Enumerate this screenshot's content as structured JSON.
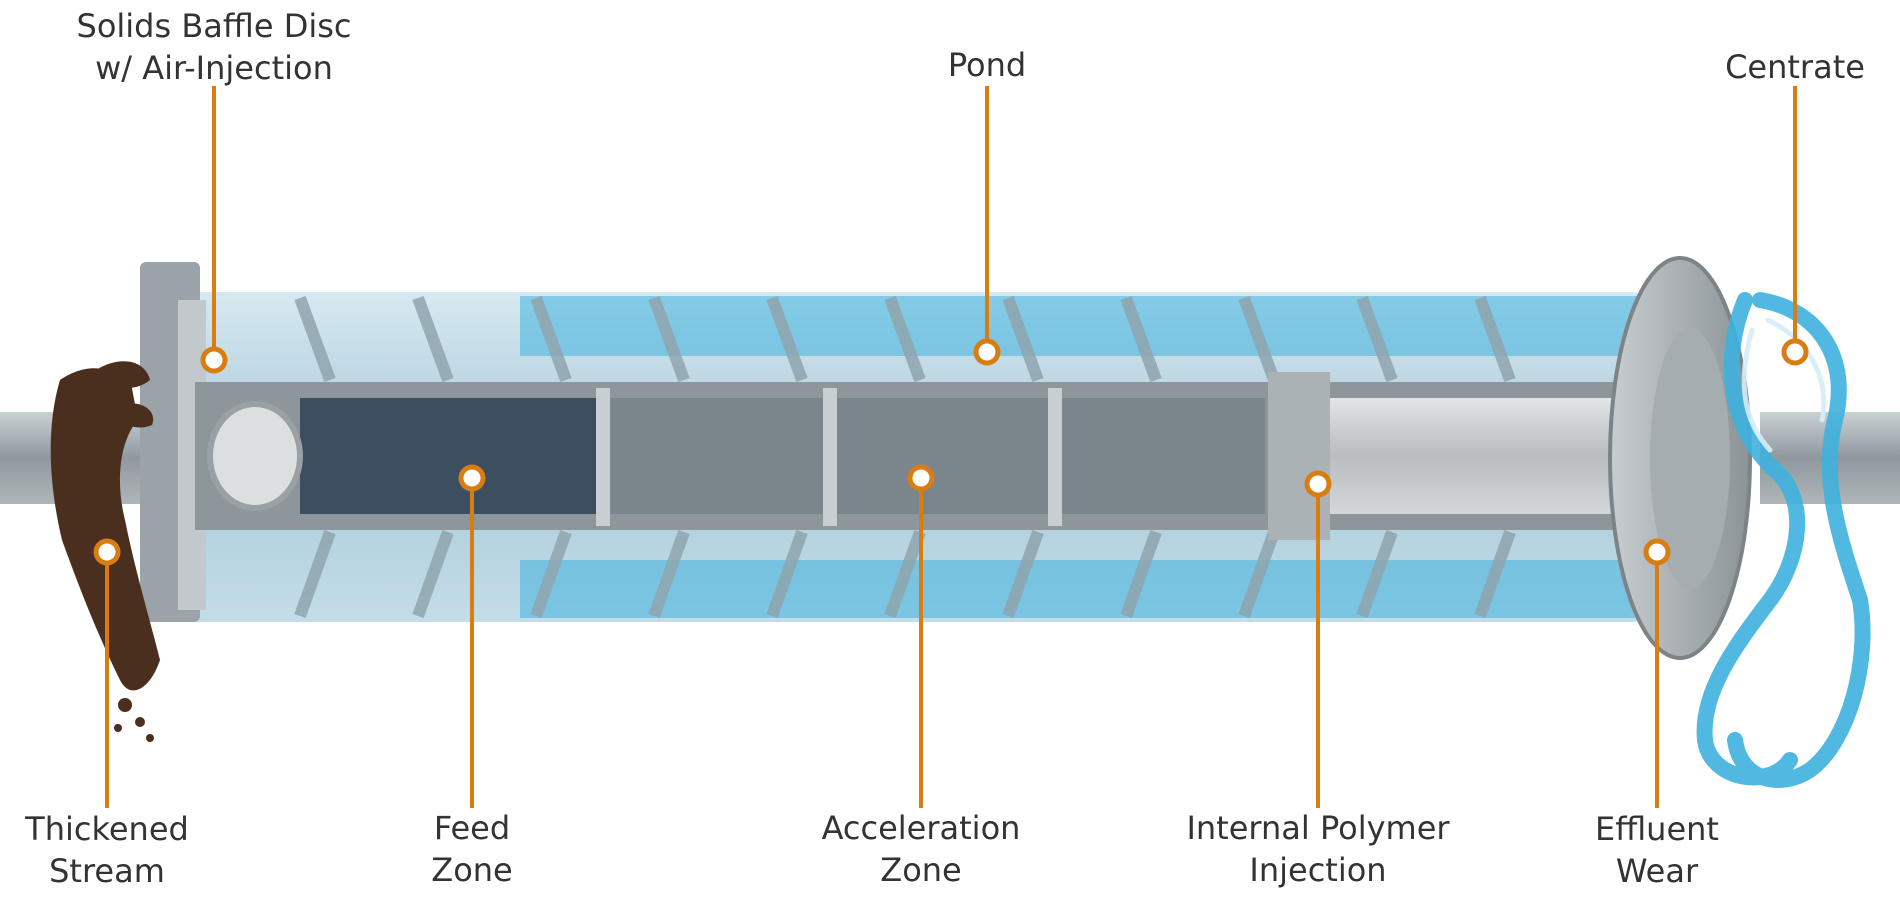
{
  "colors": {
    "accent": "#D97C12",
    "label_text": "#333333",
    "water": "#3FB2DE",
    "sludge": "#4A2F1E",
    "steel": "#B9C2C7"
  },
  "callouts": [
    {
      "id": "solids-baffle-disc",
      "lines": [
        "Solids Baffle Disc",
        "w/ Air-Injection"
      ]
    },
    {
      "id": "pond",
      "lines": [
        "Pond"
      ]
    },
    {
      "id": "centrate",
      "lines": [
        "Centrate"
      ]
    },
    {
      "id": "thickened-stream",
      "lines": [
        "Thickened",
        "Stream"
      ]
    },
    {
      "id": "feed-zone",
      "lines": [
        "Feed",
        "Zone"
      ]
    },
    {
      "id": "acceleration-zone",
      "lines": [
        "Acceleration",
        "Zone"
      ]
    },
    {
      "id": "internal-polymer-injection",
      "lines": [
        "Internal Polymer",
        "Injection"
      ]
    },
    {
      "id": "effluent-wear",
      "lines": [
        "Effluent",
        "Wear"
      ]
    }
  ]
}
